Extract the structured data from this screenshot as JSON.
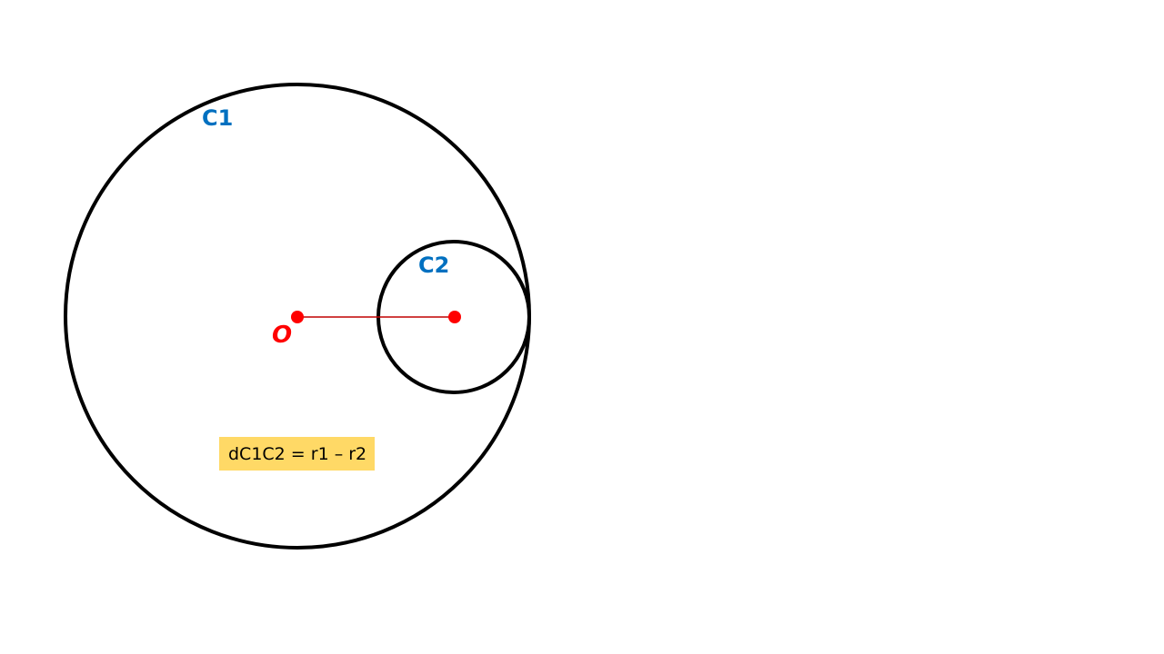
{
  "diagram": {
    "circles": [
      {
        "label": "C1",
        "stroke": "#000000"
      },
      {
        "label": "C2",
        "stroke": "#000000"
      }
    ],
    "center_label": "O",
    "formula": "dC1C2 = r1 – r2",
    "colors": {
      "circle_label": "#0070c0",
      "center_point": "#ff0000",
      "connector_line": "#c00000",
      "formula_box": "#ffd966",
      "formula_text": "#000000"
    }
  }
}
